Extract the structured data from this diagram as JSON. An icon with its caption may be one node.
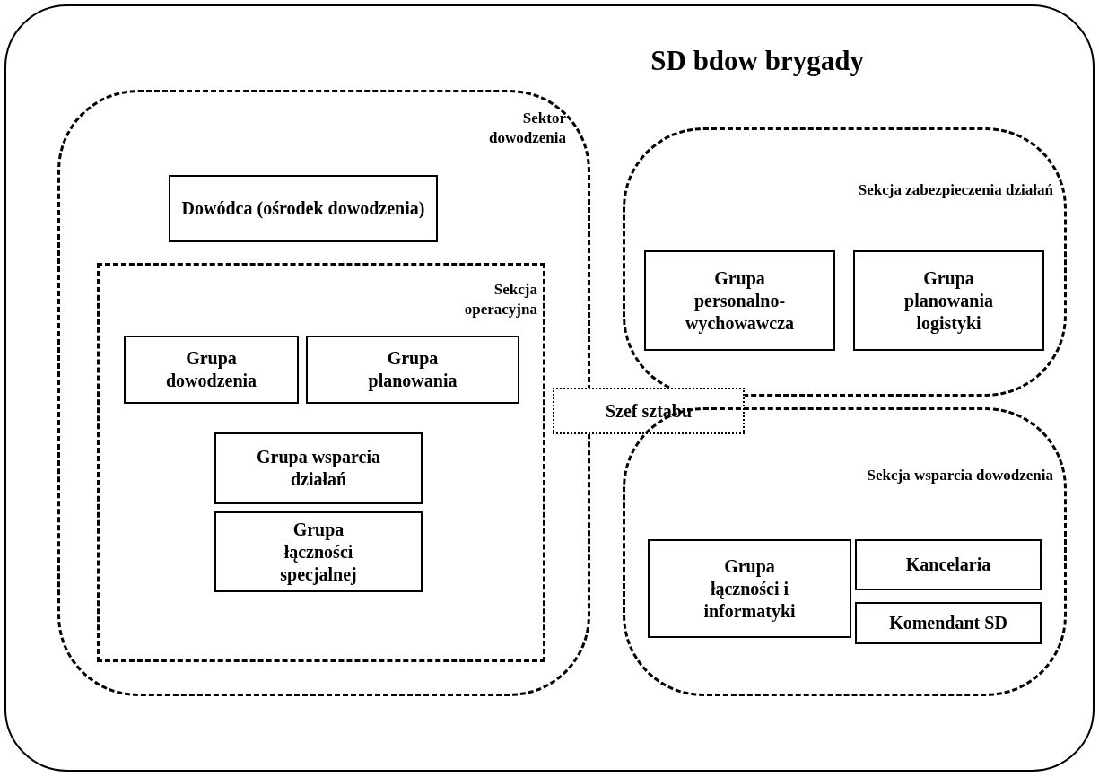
{
  "diagram": {
    "nodes": [
      {
        "text": [
          "SD bdow brygady"
        ]
      },
      {
        "text": [
          "Sektor dowodzenia"
        ],
        "in": 0
      },
      {
        "text": [
          "Dowódca (ośrodek dowodzenia)"
        ],
        "in": 1
      },
      {
        "text": [
          "Sekcja operacyjna"
        ],
        "in": 1
      },
      {
        "text": [
          "Grupa dowodzenia"
        ],
        "in": 3
      },
      {
        "text": [
          "Grupa planowania"
        ],
        "in": 3
      },
      {
        "text": [
          "Grupa wsparcia działań"
        ],
        "in": 3
      },
      {
        "text": [
          "Grupa łączności specjalnej"
        ],
        "in": 3
      },
      {
        "text": [
          "Sekcja zabezpieczenia działań"
        ],
        "in": 0
      },
      {
        "text": [
          "Grupa personalno-wychowawcza"
        ],
        "in": 8
      },
      {
        "text": [
          "Grupa planowania logistyki"
        ],
        "in": 8
      },
      {
        "text": [
          "Szef sztabu"
        ],
        "in": 0
      },
      {
        "text": [
          "Sekcja wsparcia dowodzenia"
        ],
        "in": 0
      },
      {
        "text": [
          "Grupa łączności i informatyki"
        ],
        "in": 12
      },
      {
        "text": [
          "Kancelaria"
        ],
        "in": 12
      },
      {
        "text": [
          "Komendant SD"
        ],
        "in": 12
      }
    ]
  }
}
